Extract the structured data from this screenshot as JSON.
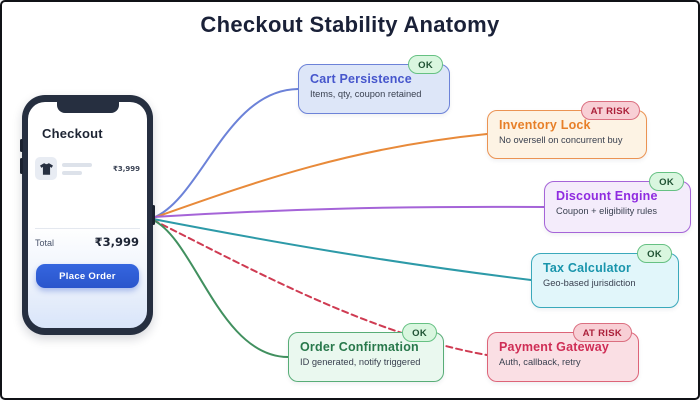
{
  "title": "Checkout Stability Anatomy",
  "phone": {
    "header": "Checkout",
    "item_price": "₹3,999",
    "total_label": "Total",
    "total_value": "₹3,999",
    "button_label": "Place Order"
  },
  "status_styles": {
    "OK": {
      "bg": "#d9f6df",
      "border": "#66c183",
      "text": "#1f5233"
    },
    "AT RISK": {
      "bg": "#f8cfd5",
      "border": "#db6f80",
      "text": "#ab1f39"
    }
  },
  "nodes": [
    {
      "id": "cart-persistence",
      "title": "Cart Persistence",
      "desc": "Items, qty, coupon retained",
      "status": "OK",
      "accent": "#4656cc",
      "border": "#6c82d8",
      "bg": "#dde6f8",
      "line": "#6c82d8",
      "line_style": "solid"
    },
    {
      "id": "inventory-lock",
      "title": "Inventory Lock",
      "desc": "No oversell on concurrent buy",
      "status": "AT RISK",
      "accent": "#e77f28",
      "border": "#eb9353",
      "bg": "#fdf3e4",
      "line": "#e88a3a",
      "line_style": "solid"
    },
    {
      "id": "discount-engine",
      "title": "Discount Engine",
      "desc": "Coupon + eligibility rules",
      "status": "OK",
      "accent": "#8f2be0",
      "border": "#a564d8",
      "bg": "#f4ecfb",
      "line": "#a564d8",
      "line_style": "solid"
    },
    {
      "id": "tax-calculator",
      "title": "Tax Calculator",
      "desc": "Geo-based jurisdiction",
      "status": "OK",
      "accent": "#1995ac",
      "border": "#3aa9bb",
      "bg": "#e1f6fa",
      "line": "#2d9aa8",
      "line_style": "solid"
    },
    {
      "id": "payment-gateway",
      "title": "Payment Gateway",
      "desc": "Auth, callback, retry",
      "status": "AT RISK",
      "accent": "#cf2d55",
      "border": "#dd6478",
      "bg": "#fadfe4",
      "line": "#cf3b52",
      "line_style": "dashed"
    },
    {
      "id": "order-confirmation",
      "title": "Order Confirmation",
      "desc": "ID generated, notify triggered",
      "status": "OK",
      "accent": "#28784b",
      "border": "#58ad77",
      "bg": "#eaf8ef",
      "line": "#41905f",
      "line_style": "solid"
    }
  ]
}
